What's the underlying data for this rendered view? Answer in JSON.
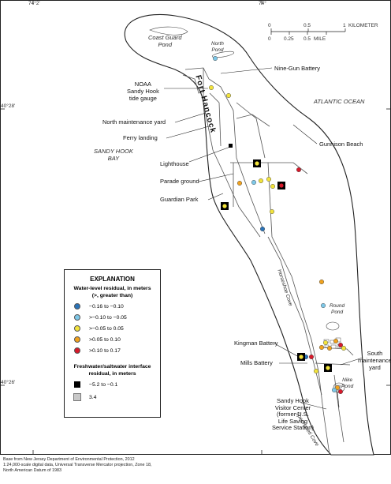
{
  "map": {
    "coords": {
      "lon_left": "74°2'",
      "lon_right": "74°",
      "lat_top": "40°28'",
      "lat_bottom": "40°26'"
    },
    "scale": {
      "km_unit": "KILOMETER",
      "mile_unit": "MILE",
      "km_ticks": [
        "0",
        "0.5",
        "1"
      ],
      "mile_ticks": [
        "0",
        "0.25",
        "0.5"
      ]
    },
    "water_labels": {
      "coast_guard_pond": "Coast Guard\nPond",
      "north_pond": "North\nPond",
      "atlantic": "ATLANTIC OCEAN",
      "bay": "SANDY HOOK\nBAY",
      "horseshoe_cove": "Horseshoe Cove",
      "round_pond": "Round\nPond",
      "nike_pond": "Nike\nPond",
      "spermaceti_cove": "Spermaceti Cove"
    },
    "fort_name": "Fort Hancock",
    "labels": {
      "nine_gun": "Nine-Gun Battery",
      "noaa": "NOAA\nSandy Hook\ntide gauge",
      "north_yard": "North maintenance yard",
      "ferry": "Ferry landing",
      "gunnison": "Gunnison Beach",
      "lighthouse": "Lighthouse",
      "parade": "Parade ground",
      "guardian": "Guardian Park",
      "kingman": "Kingman Battery",
      "mills": "Mills Battery",
      "south_yard": "South\nmaintenance\nyard",
      "visitor": "Sandy Hook\nVisitor Center\n(former U.S.\nLife Saving\nService Station)"
    },
    "legend": {
      "title": "EXPLANATION",
      "water_title": "Water-level residual, in meters\n(>, greater than)",
      "water_classes": [
        {
          "label": "−0.16 to −0.10",
          "color": "#2a73b8"
        },
        {
          "label": ">−0.10 to −0.05",
          "color": "#7ec8e8"
        },
        {
          "label": ">−0.05 to 0.05",
          "color": "#f2e33c"
        },
        {
          "label": ">0.05 to 0.10",
          "color": "#f0a21e"
        },
        {
          "label": ">0.10 to 0.17",
          "color": "#d7192a"
        }
      ],
      "interface_title": "Freshwater/saltwater interface\nresidual, in meters",
      "interface_classes": [
        {
          "label": "−5.2 to −0.1",
          "color": "#000000"
        },
        {
          "label": "3.4",
          "color": "#c8c8c8"
        }
      ]
    },
    "credit": "Base from New Jersey Department of Environmental Protection, 2012\n1:24,000-scale digital data, Universal Transverse Mercator projection, Zone 18,\nNorth American Datum of 1983"
  }
}
